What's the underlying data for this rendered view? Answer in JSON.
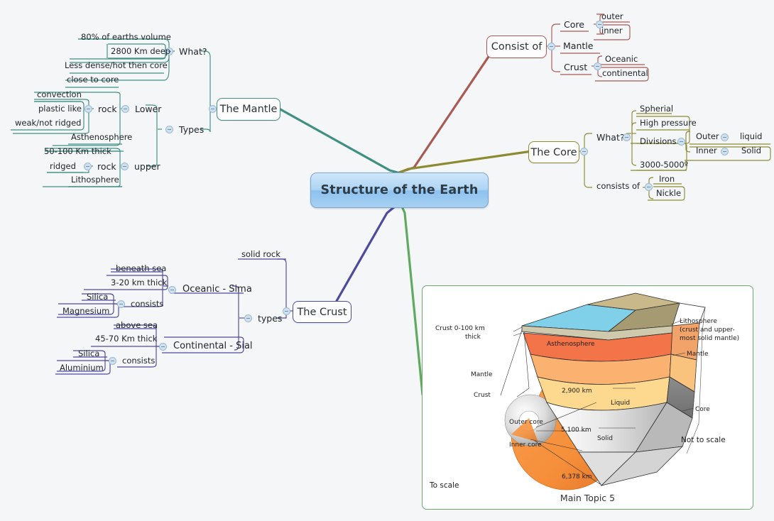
{
  "root": {
    "label": "Structure of the Earth"
  },
  "branches": {
    "mantle": {
      "label": "The Mantle",
      "color": "#3f8f82"
    },
    "consist": {
      "label": "Consist of",
      "color": "#a85a55"
    },
    "core": {
      "label": "The Core",
      "color": "#8d8b32"
    },
    "crust": {
      "label": "The Crust",
      "color": "#4e4a9e"
    },
    "image": {
      "color": "#6aaa6a"
    }
  },
  "mantle_tree": {
    "what": {
      "label": "What?",
      "children": [
        "80% of earths volume",
        "2800 Km deep",
        "Less dense/hot then core",
        "close to core"
      ]
    },
    "types": {
      "label": "Types",
      "lower": {
        "label": "Lower",
        "rock": {
          "label": "rock",
          "children": [
            "convection",
            "plastic like",
            "weak/not ridged"
          ]
        },
        "extra": "Asthenosphere"
      },
      "upper": {
        "label": "upper",
        "thickness": "50-100 Km thick",
        "rock": {
          "label": "rock",
          "children": [
            "ridged"
          ]
        },
        "extra": "Lithosphere"
      }
    }
  },
  "consist_tree": {
    "core": {
      "label": "Core",
      "children": [
        "outer",
        "inner"
      ]
    },
    "mantle": {
      "label": "Mantle",
      "children": []
    },
    "crust": {
      "label": "Crust",
      "children": [
        "Oceanic",
        "continental"
      ]
    }
  },
  "core_tree": {
    "what": {
      "label": "What?",
      "children": [
        "Spherial",
        "High pressure",
        "3000-5000º"
      ],
      "divisions": {
        "label": "Divisions",
        "rows": [
          {
            "name": "Outer",
            "state": "liquid"
          },
          {
            "name": "Inner",
            "state": "Solid"
          }
        ]
      }
    },
    "consists_of": {
      "label": "consists of",
      "children": [
        "Iron",
        "Nickle"
      ]
    }
  },
  "crust_tree": {
    "types": {
      "label": "types",
      "solid_rock": "solid rock",
      "oceanic": {
        "label": "Oceanic - Sima",
        "children": [
          "beneath sea",
          "3-20 km thick"
        ],
        "consists": {
          "label": "consists",
          "children": [
            "Silica",
            "Magnesium"
          ]
        }
      },
      "continental": {
        "label": "Continental - Sial",
        "children": [
          "above sea",
          "45-70 Km thick"
        ],
        "consists": {
          "label": "consists",
          "children": [
            "Silica",
            "Aluminium"
          ]
        }
      }
    }
  },
  "image_panel": {
    "caption": "Main Topic 5",
    "labels": {
      "crust_thick": "Crust 0-100 km",
      "crust_thick2": "thick",
      "lithosphere1": "Lithosphere",
      "lithosphere2": "(crust and upper-",
      "lithosphere3": "most solid mantle)",
      "asthenosphere": "Asthenosphere",
      "mantle_right": "Mantle",
      "mantle_left": "Mantle",
      "crust_left": "Crust",
      "depth_2900": "2,900 km",
      "depth_5100": "5,100 km",
      "depth_6378": "6,378 km",
      "liquid": "Liquid",
      "solid": "Solid",
      "core_right": "Core",
      "outer_core": "Outer core",
      "inner_core": "Inner core",
      "not_to_scale": "Not to scale",
      "to_scale": "To scale"
    }
  }
}
